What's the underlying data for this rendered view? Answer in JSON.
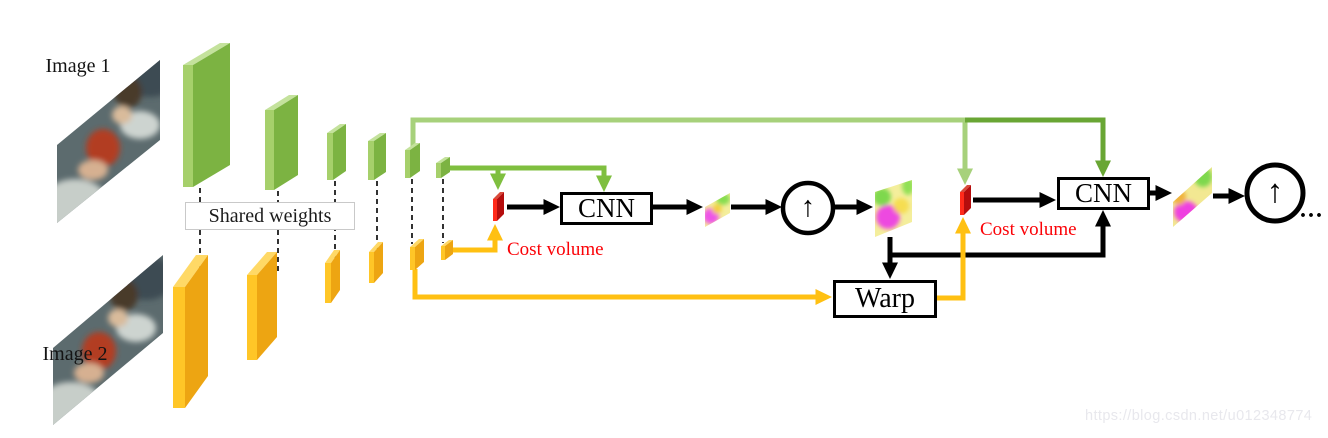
{
  "labels": {
    "image1": "Image 1",
    "image2": "Image 2",
    "shared_weights": "Shared weights",
    "cost_volume_1": "Cost volume",
    "cost_volume_2": "Cost volume",
    "cnn_1": "CNN",
    "cnn_2": "CNN",
    "warp": "Warp",
    "ellipsis": "...",
    "watermark": "https://blog.csdn.net/u012348774"
  },
  "icons": {
    "upsample_1": "↑",
    "upsample_2": "↑"
  },
  "structure": {
    "green_pyramid_levels": 6,
    "yellow_pyramid_levels": 6,
    "cost_volumes": 2,
    "cnn_blocks": 2,
    "upsample_nodes": 2
  },
  "colors": {
    "green-face": "#7cb342",
    "green-strip": "#a6d06b",
    "green-top": "#c4e29c",
    "yellow-face": "#eda512",
    "yellow-strip": "#ffc627",
    "yellow-top": "#ffd966",
    "red-face": "#b50d0d",
    "red-strip": "#ff2a1a",
    "red-top": "#d94a3a",
    "line-green": "#7fbf3f",
    "line-green-light": "#a7d17b",
    "line-green-dark": "#69a634",
    "line-yellow": "#ffc012",
    "line-black": "#000000",
    "box-border": "#000000",
    "shared-box-border": "#c9c9c9",
    "cost-volume-text": "#fb0207",
    "watermark-text": "#e8e8ed"
  }
}
